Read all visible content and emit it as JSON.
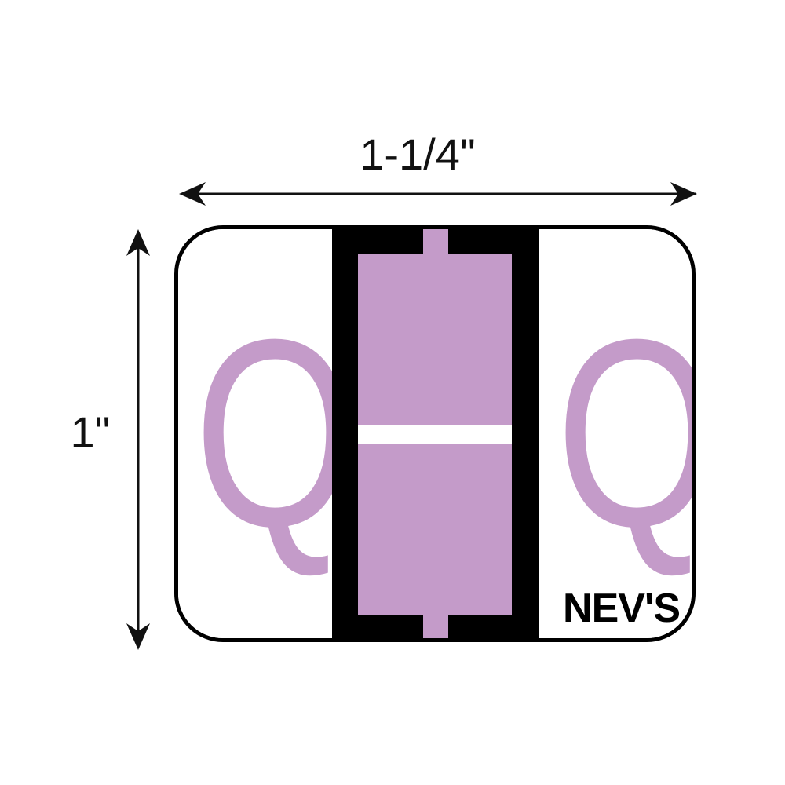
{
  "dimensions": {
    "width_label": "1-1/4\"",
    "height_label": "1\""
  },
  "label": {
    "letter_left": "Q",
    "letter_right": "Q",
    "brand": "NEV'S"
  },
  "colors": {
    "accent": "#c49bc9",
    "band": "#000000",
    "border": "#000000",
    "background": "#ffffff"
  }
}
